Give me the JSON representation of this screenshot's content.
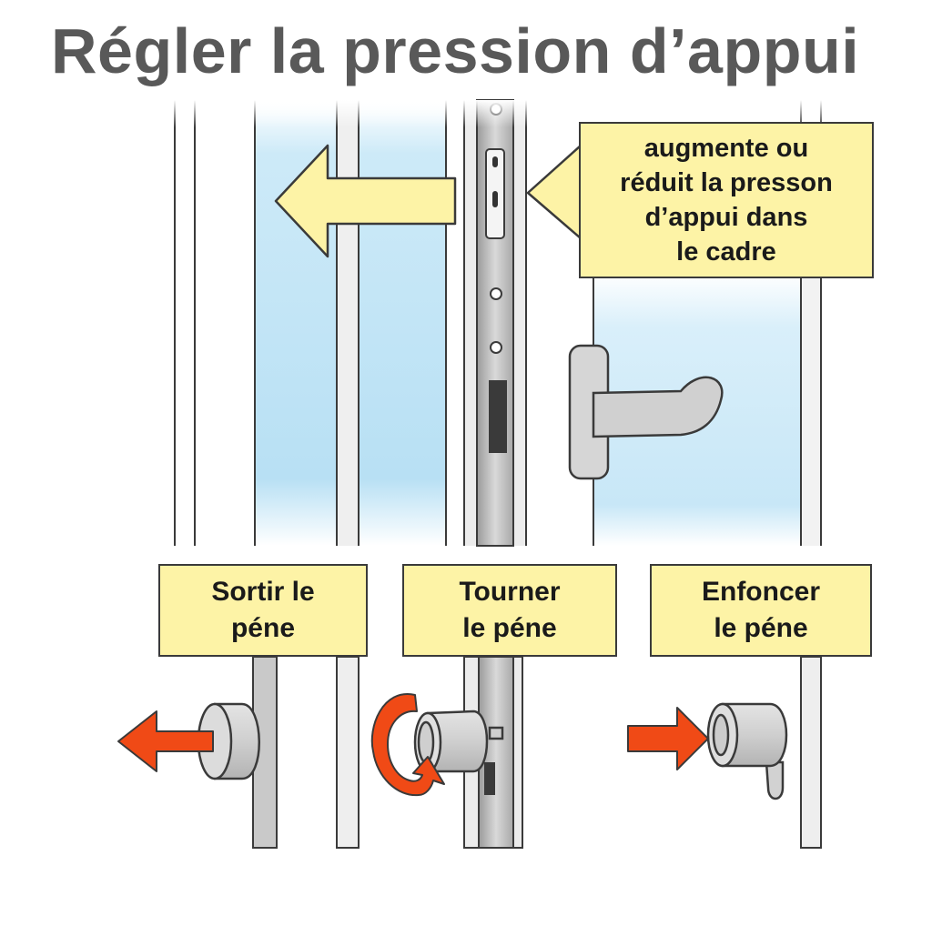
{
  "title": "Régler la pression d’appui",
  "callout": {
    "lines": [
      "augmente ou",
      "réduit la presson",
      "d’appui dans",
      "le cadre"
    ]
  },
  "steps": [
    {
      "line1": "Sortir le",
      "line2": "péne"
    },
    {
      "line1": "Tourner",
      "line2": "le péne"
    },
    {
      "line1": "Enfoncer",
      "line2": "le péne"
    }
  ],
  "colors": {
    "callout_fill": "#fdf3a6",
    "arrow_yellow": "#fdf3a6",
    "arrow_orange": "#f04a16",
    "glass": "#bfe3f5",
    "frame": "#bcbcbc",
    "title": "#595959"
  }
}
